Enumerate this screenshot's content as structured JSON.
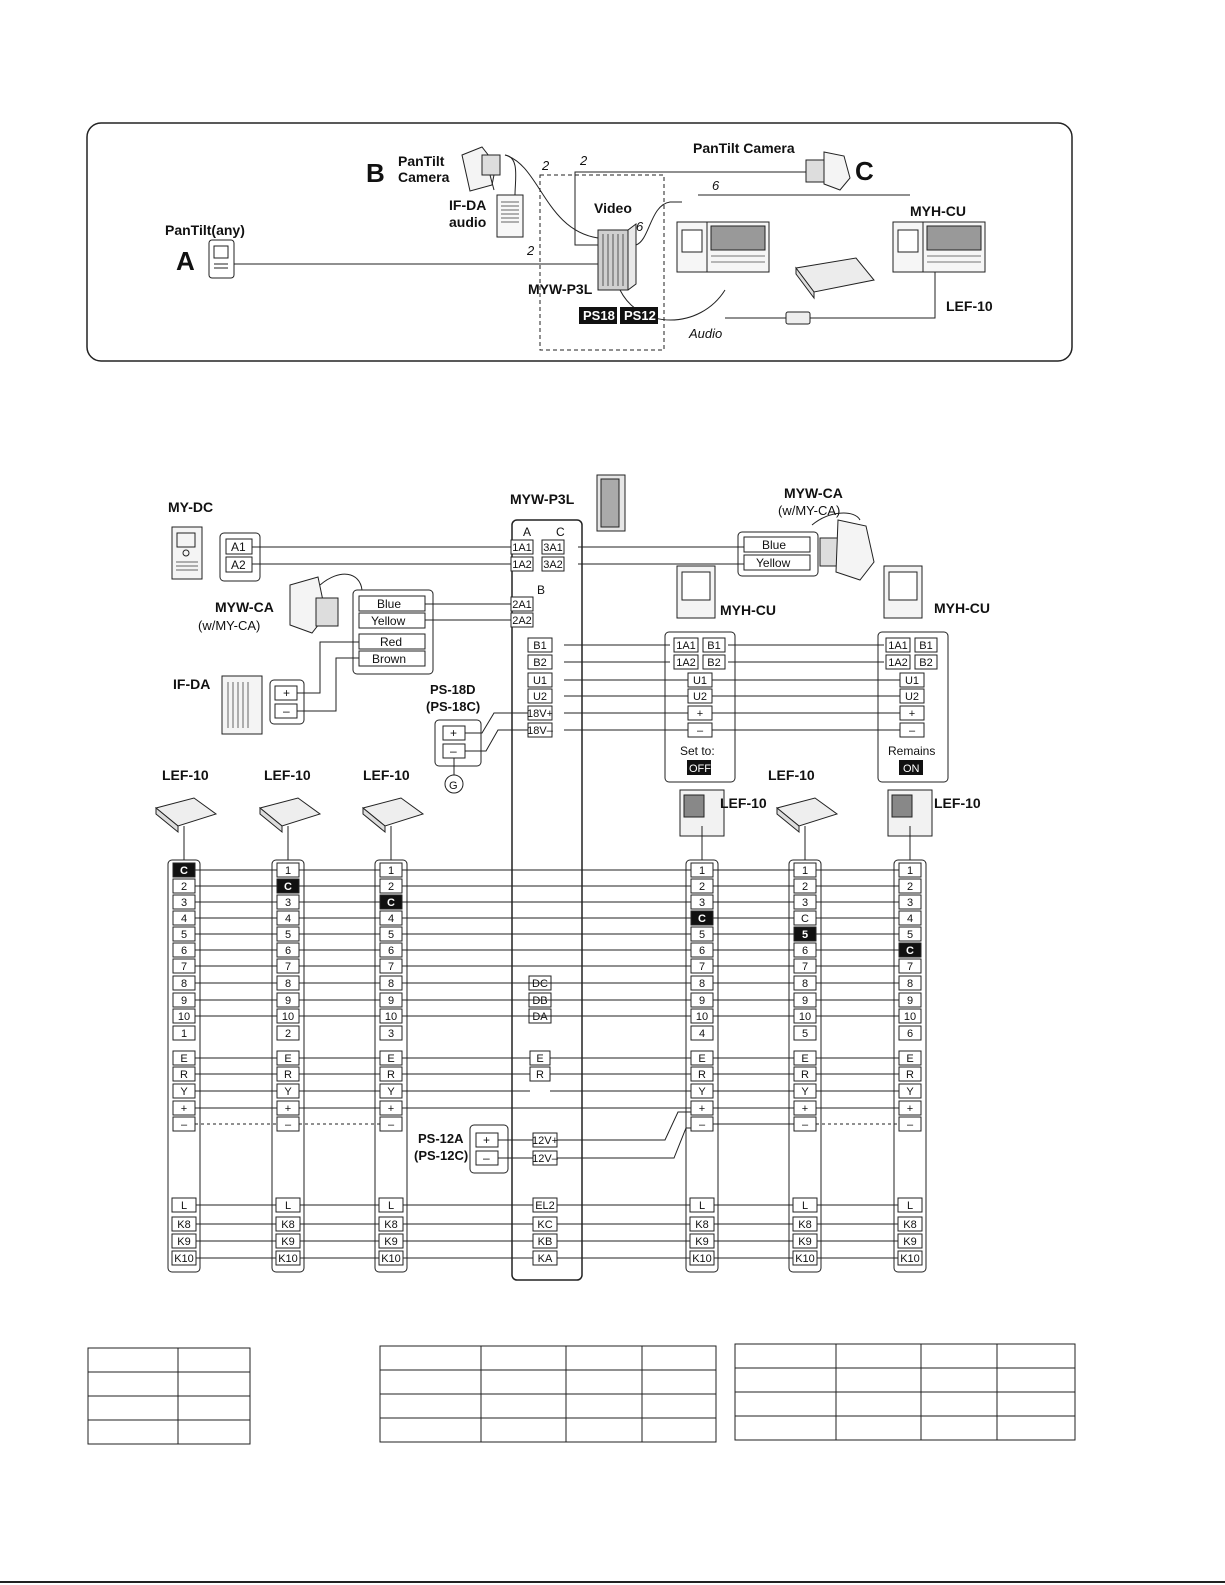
{
  "overview": {
    "sites": {
      "a": "A",
      "b": "B",
      "c": "C"
    },
    "pantilt_any": "PanTilt(any)",
    "pantilt_camera_b": [
      "PanTilt",
      "Camera"
    ],
    "pantilt_camera_c": "PanTilt Camera",
    "ifda_audio": [
      "IF-DA",
      "audio"
    ],
    "video": "Video",
    "audio": "Audio",
    "mywp3l": "MYW-P3L",
    "ps18": "PS18",
    "ps12": "PS12",
    "myhcu": "MYH-CU",
    "lef10": "LEF-10",
    "wire_counts": [
      "2",
      "2",
      "2",
      "6",
      "6"
    ]
  },
  "wiring": {
    "mydc": {
      "title": "MY-DC",
      "terms": [
        "A1",
        "A2"
      ]
    },
    "mywca_left": {
      "title": "MYW-CA",
      "sub": "(w/MY-CA)",
      "terms": [
        "Blue",
        "Yellow",
        "Red",
        "Brown"
      ]
    },
    "mywca_right": {
      "title": "MYW-CA",
      "sub": "(w/MY-CA)",
      "terms": [
        "Blue",
        "Yellow"
      ]
    },
    "ifda": {
      "title": "IF-DA",
      "terms": [
        "+",
        "–"
      ]
    },
    "ps18": {
      "title": "PS-18D",
      "sub": "(PS-18C)",
      "terms": [
        "+",
        "–"
      ],
      "ground": "G"
    },
    "ps12": {
      "title": "PS-12A",
      "sub": "(PS-12C)",
      "terms": [
        "+",
        "–"
      ]
    },
    "mywp3l": {
      "title": "MYW-P3L",
      "col_a": "A",
      "col_c": "C",
      "col_b": "B",
      "row1": [
        "1A1",
        "3A1"
      ],
      "row2": [
        "1A2",
        "3A2"
      ],
      "b_terms": [
        "2A1",
        "2A2"
      ],
      "mid_terms": [
        "B1",
        "B2",
        "U1",
        "U2",
        "18V+",
        "18V–"
      ],
      "d_terms": [
        "DC",
        "DB",
        "DA"
      ],
      "er_terms": [
        "E",
        "R"
      ],
      "pwr12": [
        "12V+",
        "12V–"
      ],
      "k_terms": [
        "EL2",
        "KC",
        "KB",
        "KA"
      ]
    },
    "myhcu_left": {
      "title": "MYH-CU",
      "terms": [
        [
          "1A1",
          "B1"
        ],
        [
          "1A2",
          "B2"
        ],
        [
          "U1"
        ],
        [
          "U2"
        ],
        [
          "+"
        ],
        [
          "–"
        ]
      ],
      "note": "Set to:",
      "state": "OFF"
    },
    "myhcu_right": {
      "title": "MYH-CU",
      "terms": [
        [
          "1A1",
          "B1"
        ],
        [
          "1A2",
          "B2"
        ],
        [
          "U1"
        ],
        [
          "U2"
        ],
        [
          "+"
        ],
        [
          "–"
        ]
      ],
      "note": "Remains",
      "state": "ON"
    },
    "lef_titles": [
      "LEF-10",
      "LEF-10",
      "LEF-10",
      "LEF-10",
      "LEF-10",
      "LEF-10"
    ],
    "lef_columns": [
      {
        "rows": [
          "C",
          "2",
          "3",
          "4",
          "5",
          "6",
          "7",
          "8",
          "9",
          "10",
          "1"
        ],
        "c_index": 0
      },
      {
        "rows": [
          "1",
          "C",
          "3",
          "4",
          "5",
          "6",
          "7",
          "8",
          "9",
          "10",
          "2"
        ],
        "c_index": 1
      },
      {
        "rows": [
          "1",
          "2",
          "C",
          "4",
          "5",
          "6",
          "7",
          "8",
          "9",
          "10",
          "3"
        ],
        "c_index": 2
      },
      {
        "rows": [
          "1",
          "2",
          "3",
          "C",
          "5",
          "6",
          "7",
          "8",
          "9",
          "10",
          "4"
        ],
        "c_index": 3
      },
      {
        "rows": [
          "1",
          "2",
          "3",
          "C",
          "5",
          "6",
          "7",
          "8",
          "9",
          "10",
          "5"
        ],
        "c_index": 4
      },
      {
        "rows": [
          "1",
          "2",
          "3",
          "4",
          "5",
          "C",
          "7",
          "8",
          "9",
          "10",
          "6"
        ],
        "c_index": 5
      }
    ],
    "lef_lower": [
      "E",
      "R",
      "Y",
      "+",
      "–"
    ],
    "lef_k": [
      "L",
      "K8",
      "K9",
      "K10"
    ]
  },
  "tables": [
    {
      "rows": 4,
      "cols": 2
    },
    {
      "rows": 4,
      "cols": 4
    },
    {
      "rows": 4,
      "cols": 4
    }
  ]
}
